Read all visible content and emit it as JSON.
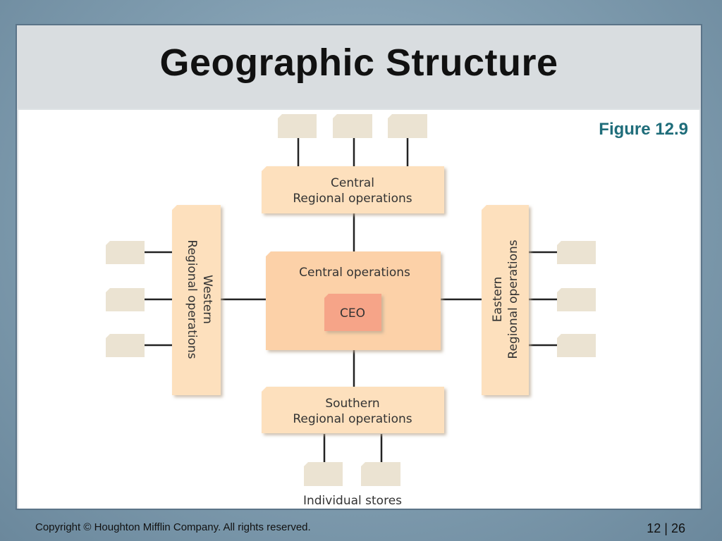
{
  "title": "Geographic Structure",
  "figure_label": "Figure 12.9",
  "diagram": {
    "central_regional": [
      "Central",
      "Regional operations"
    ],
    "western_regional": [
      "Western",
      "Regional operations"
    ],
    "eastern_regional": [
      "Eastern",
      "Regional operations"
    ],
    "southern_regional": [
      "Southern",
      "Regional operations"
    ],
    "central_operations": "Central operations",
    "ceo": "CEO",
    "individual_stores": "Individual stores"
  },
  "colors": {
    "region_box": "#fde0bd",
    "center_box": "#fcd1a8",
    "ceo_box": "#f6a488",
    "store_box": "#ebe3d2"
  },
  "footer": {
    "copyright": "Copyright © Houghton Mifflin Company. All rights reserved.",
    "page": "12 | 26"
  }
}
